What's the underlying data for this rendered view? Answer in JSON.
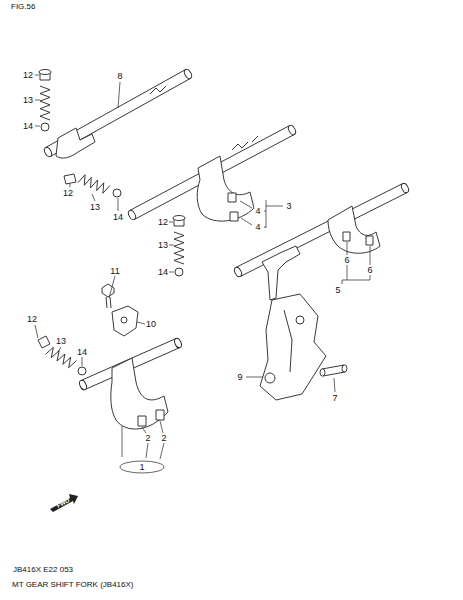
{
  "diagram": {
    "caption": "MT GEAR SHIFT FORK (JB416X)",
    "labels": [
      "FIG.56",
      "8",
      "12",
      "13",
      "14",
      "12",
      "13",
      "14",
      "3",
      "4",
      "4",
      "12",
      "13",
      "14",
      "6",
      "6",
      "5",
      "11",
      "10",
      "12",
      "13",
      "14",
      "9",
      "7",
      "2",
      "2",
      "1",
      "FWD",
      "JB416X E22 053"
    ]
  }
}
